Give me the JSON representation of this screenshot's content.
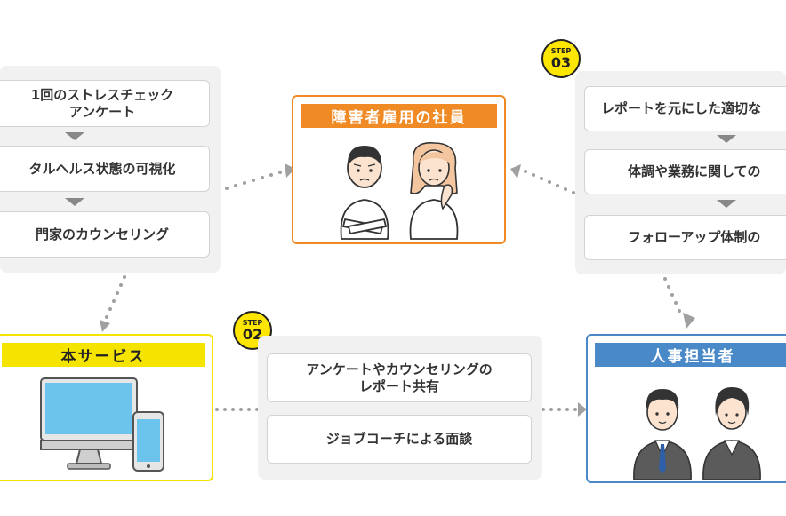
{
  "colors": {
    "orange": "#f08a24",
    "yellow": "#f5e400",
    "blue": "#4a89c8",
    "panel": "#f1f1f1",
    "arrow": "#999999"
  },
  "steps": {
    "step_word": "STEP",
    "step02": "02",
    "step03": "03"
  },
  "left_panel": {
    "box1": "1回のストレスチェック\nアンケート",
    "box2": "タルヘルス状態の可視化",
    "box3": "門家のカウンセリング"
  },
  "center_card": {
    "title": "障害者雇用の社員",
    "icon": "worried-employees-icon"
  },
  "right_panel": {
    "box1": "レポートを元にした適切な",
    "box2": "体調や業務に関しての",
    "box3": "フォローアップ体制の"
  },
  "service_card": {
    "title": "本サービス",
    "icon": "computer-and-phone-icon"
  },
  "middle_panel": {
    "box1": "アンケートやカウンセリングの\nレポート共有",
    "box2": "ジョブコーチによる面談"
  },
  "hr_card": {
    "title": "人事担当者",
    "icon": "hr-staff-icon"
  }
}
